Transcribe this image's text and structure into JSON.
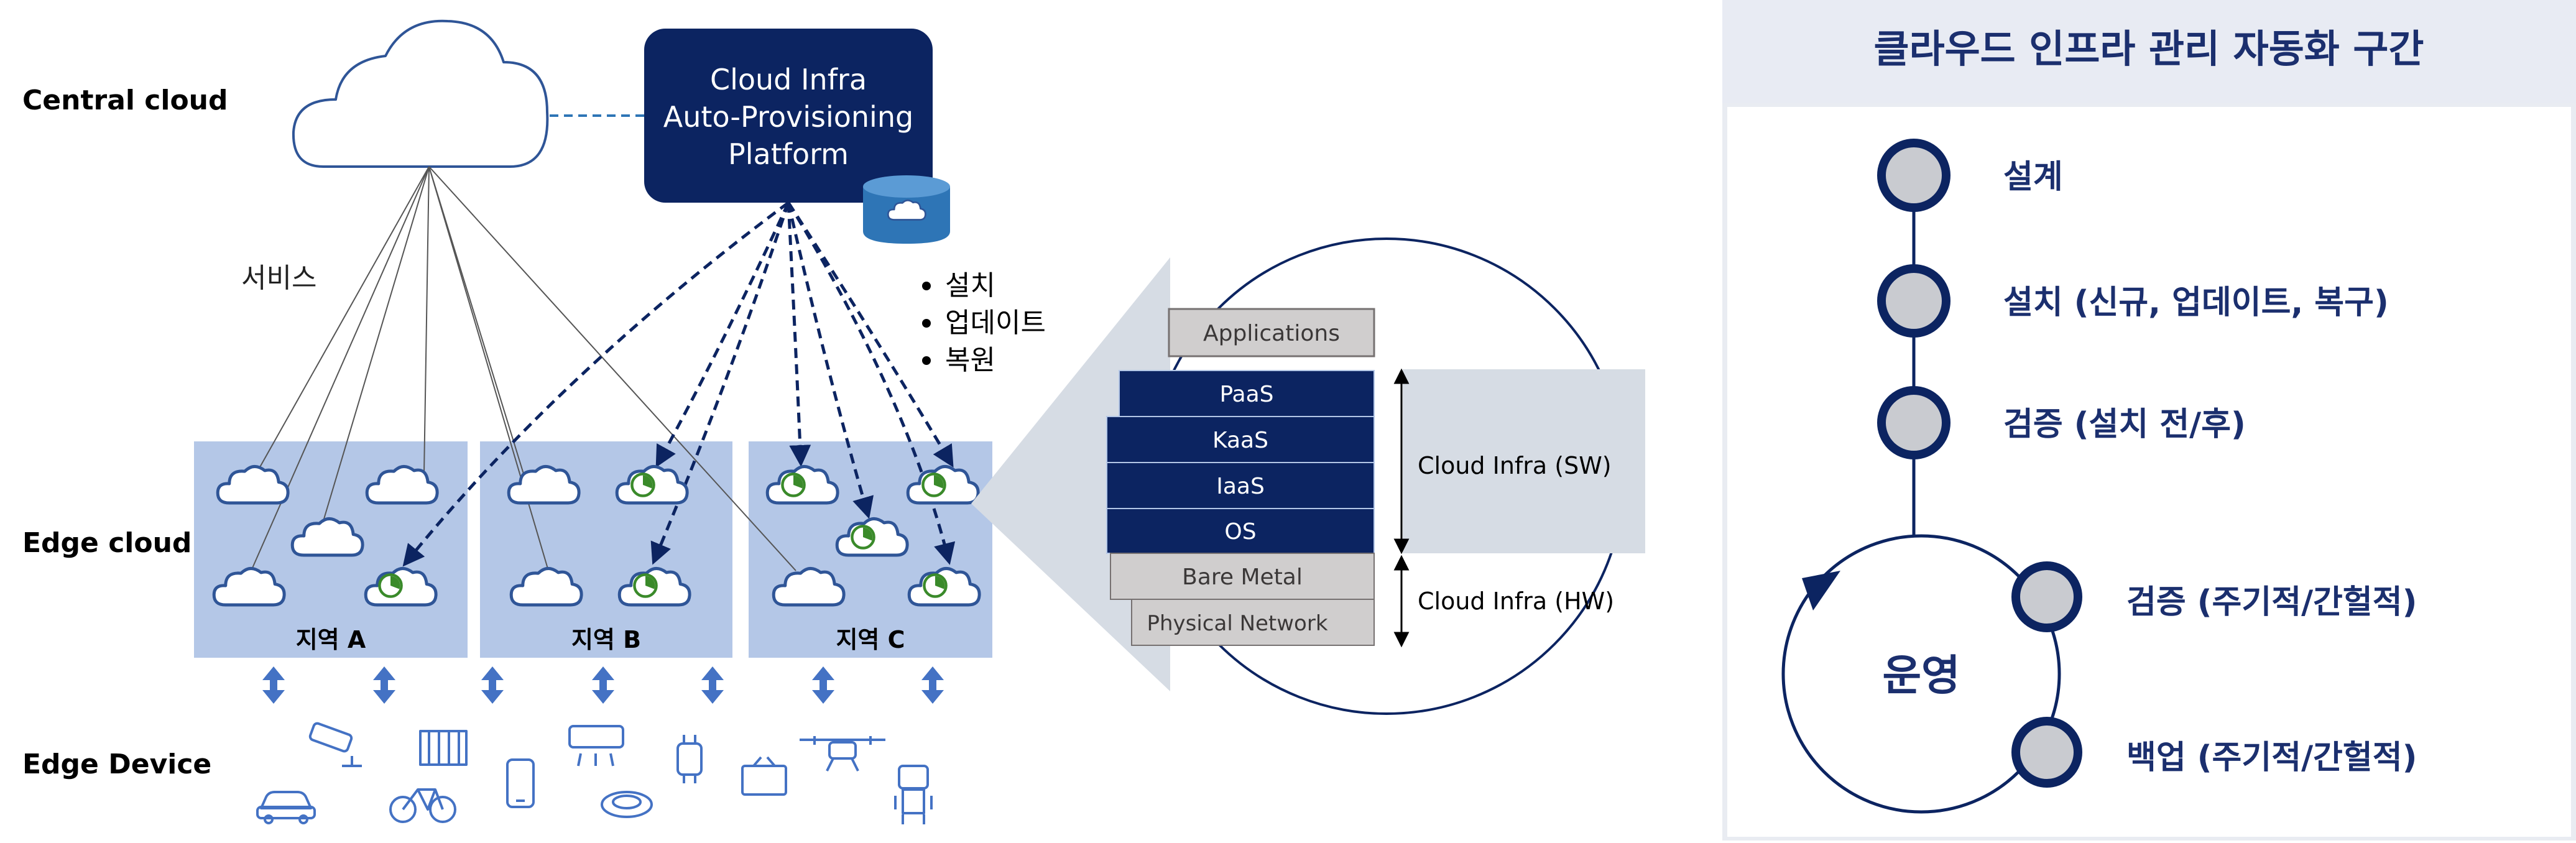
{
  "left": {
    "row_labels": {
      "central": "Central cloud",
      "edge": "Edge cloud",
      "device": "Edge Device"
    },
    "platform": {
      "line1": "Cloud Infra",
      "line2": "Auto-Provisioning",
      "line3": "Platform"
    },
    "service_label": "서비스",
    "actions": [
      "설치",
      "업데이트",
      "복원"
    ],
    "regions": [
      "지역 A",
      "지역 B",
      "지역 C"
    ]
  },
  "stack": {
    "layers": [
      "Applications",
      "PaaS",
      "KaaS",
      "IaaS",
      "OS",
      "Bare Metal",
      "Physical Network"
    ],
    "sw_label": "Cloud Infra (SW)",
    "hw_label": "Cloud Infra (HW)"
  },
  "panel": {
    "title": "클라우드 인프라 관리 자동화 구간",
    "steps": [
      "설계",
      "설치 (신규, 업데이트, 복구)",
      "검증 (설치 전/후)"
    ],
    "cycle_label": "운영",
    "cycle_steps": [
      "검증 (주기적/간헐적)",
      "백업 (주기적/간헐적)"
    ]
  },
  "colors": {
    "navy": "#0c2461",
    "region_bg": "#b4c7e7",
    "gray_layer": "#d0cece",
    "panel_title_bg": "#e8ebf3",
    "node_fill": "#c9cbd0",
    "icon_blue": "#4472c4",
    "green": "#3a8a2a"
  }
}
